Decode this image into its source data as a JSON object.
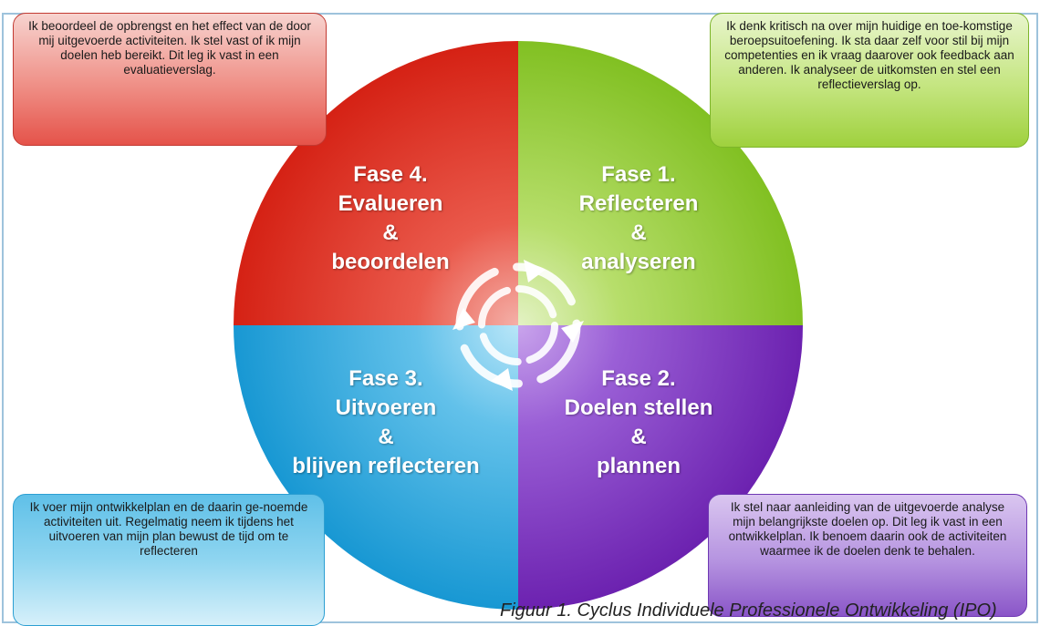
{
  "phases": [
    {
      "id": "fase-1",
      "label": "Fase 1.\nReflecteren\n&\nanalyseren",
      "color": "#8cc63f"
    },
    {
      "id": "fase-2",
      "label": "Fase 2.\nDoelen stellen\n&\nplannen",
      "color": "#7a2eb8"
    },
    {
      "id": "fase-3",
      "label": "Fase 3.\nUitvoeren\n&\nblijven reflecteren",
      "color": "#1e9fd8"
    },
    {
      "id": "fase-4",
      "label": "Fase 4.\nEvalueren\n&\nbeoordelen",
      "color": "#dd2a1e"
    }
  ],
  "notes": {
    "evalueren": "Ik beoordeel de opbrengst en het effect van de door mij uitgevoerde activiteiten. Ik stel vast of ik mijn doelen heb bereikt. Dit leg ik vast in een evaluatieverslag.",
    "reflecteren": "Ik denk kritisch na over mijn huidige en toe-komstige beroepsuitoefening. Ik sta daar zelf voor stil bij mijn competenties en ik vraag daarover ook feedback aan anderen. Ik analyseer de uitkomsten en stel een reflectieverslag op.",
    "uitvoeren": "Ik voer mijn ontwikkelplan en de daarin ge-noemde activiteiten uit. Regelmatig neem ik tijdens het uitvoeren van mijn plan bewust de tijd om te reflecteren",
    "plannen": "Ik stel naar aanleiding van de uitgevoerde analyse mijn belangrijkste doelen op. Dit leg ik vast in een ontwikkelplan. Ik benoem daarin ook de activiteiten waarmee ik de doelen denk te behalen."
  },
  "caption": "Figuur 1. Cyclus Individuele Professionele Ontwikkeling (IPO)",
  "icons": {
    "center": "cycle-arrows-icon"
  }
}
